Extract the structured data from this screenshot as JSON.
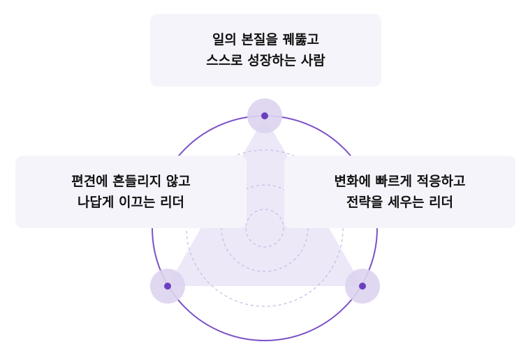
{
  "cards": {
    "top": {
      "line1": "일의 본질을 꿰뚫고",
      "line2": "스스로 성장하는 사람"
    },
    "left": {
      "line1": "편견에 흔들리지 않고",
      "line2": "나답게 이끄는 리더"
    },
    "right": {
      "line1": "변화에 빠르게 적응하고",
      "line2": "전략을 세우는 리더"
    }
  },
  "colors": {
    "accent": "#6b3fbf",
    "circle_stroke": "#7a52c7",
    "triangle_fill": "#e9e4f6",
    "node_halo": "#ddd4f0",
    "dashed_ring": "#c9bde6",
    "card_bg": "#f6f4fb",
    "text": "#111111"
  }
}
